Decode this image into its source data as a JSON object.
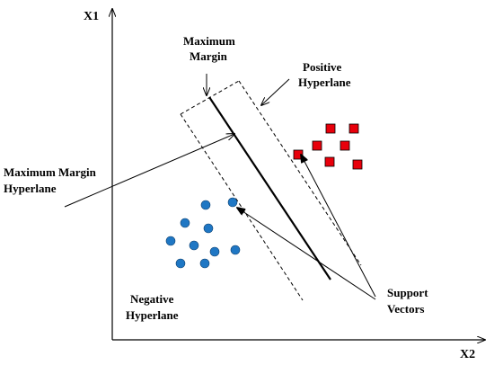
{
  "axes": {
    "y_label": "X1",
    "x_label": "X2"
  },
  "labels": {
    "maximum_margin": [
      "Maximum",
      "Margin"
    ],
    "positive_hyperplane": [
      "Positive",
      "Hyperlane"
    ],
    "maximum_margin_hyperplane": [
      "Maximum Margin",
      "Hyperlane"
    ],
    "negative_hyperplane": [
      "Negative",
      "Hyperlane"
    ],
    "support_vectors": [
      "Support",
      "Vectors"
    ]
  },
  "classes": {
    "positive": {
      "shape": "square",
      "color": "#e8000b",
      "count": 7
    },
    "negative": {
      "shape": "circle",
      "color": "#1f77c4",
      "count": 10
    }
  }
}
